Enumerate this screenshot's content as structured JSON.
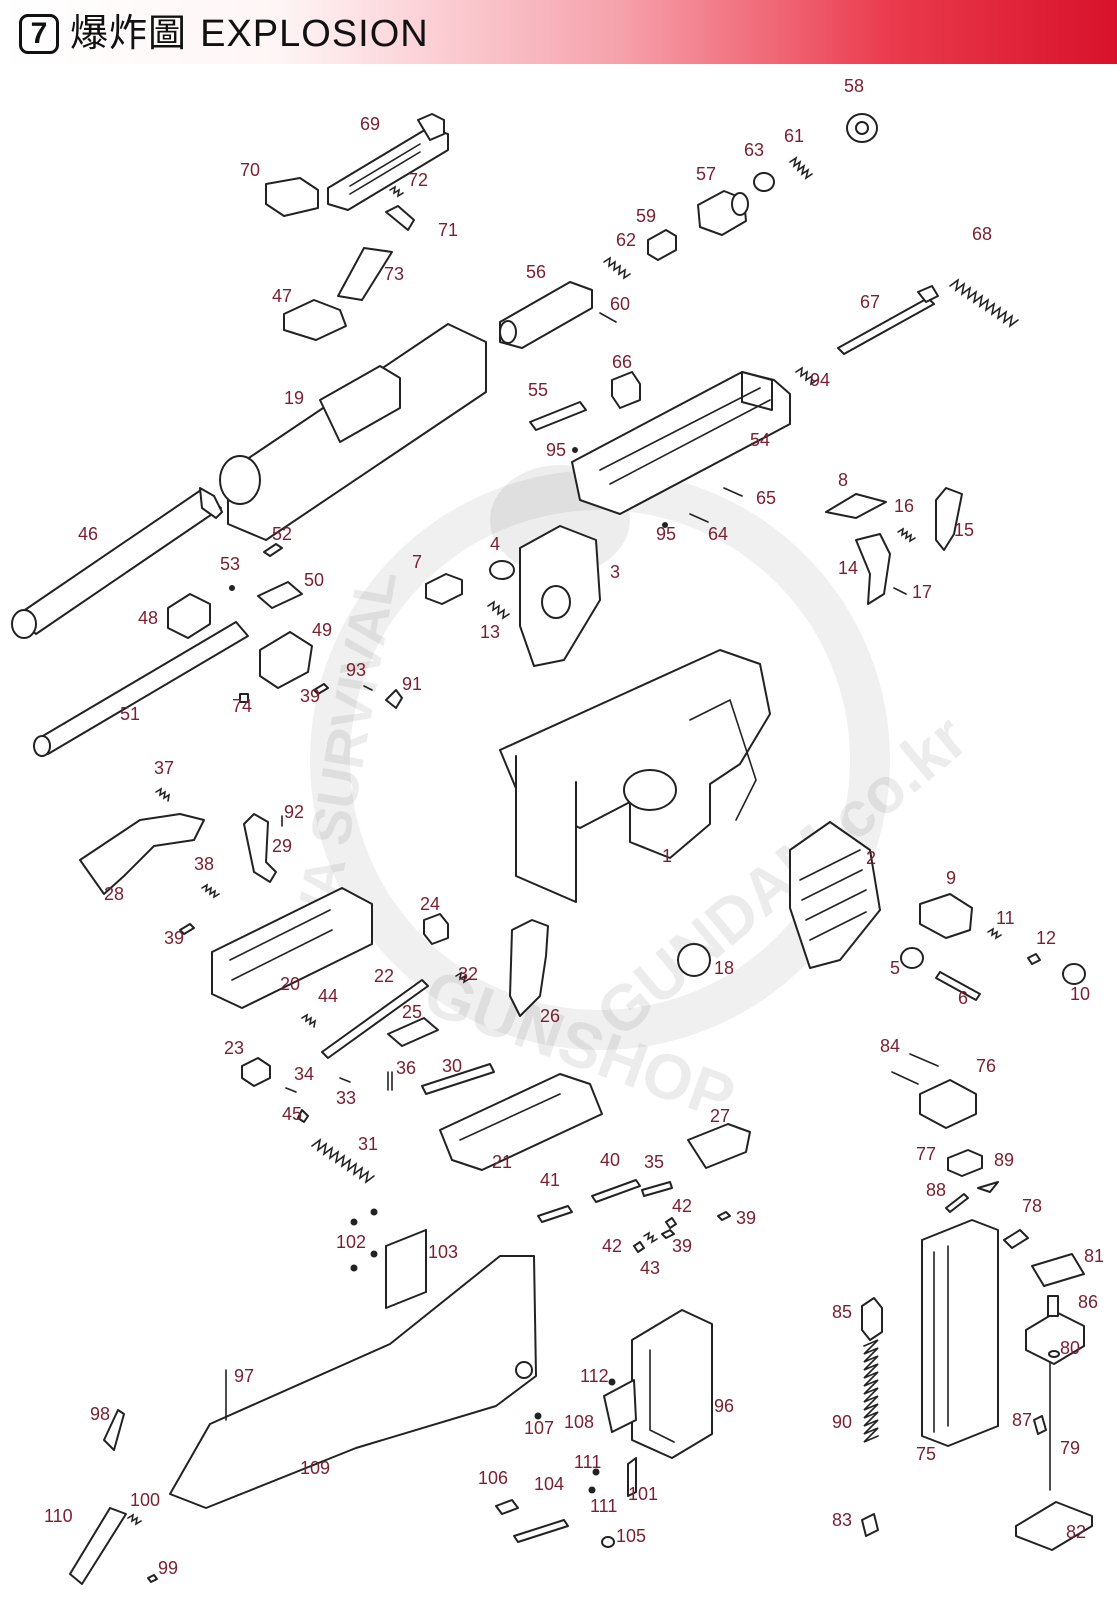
{
  "header": {
    "section_number": "7",
    "title_cjk": "爆炸圖",
    "title_en": "EXPLOSION"
  },
  "colors": {
    "label": "#7a1f30",
    "header_gradient_end": "#d8122a",
    "line": "#222222"
  },
  "watermark": {
    "text_left": "WA SURVIVAL",
    "text_bottom": "GUNSHOP",
    "text_right": "GUNDAM.co.kr"
  },
  "parts": [
    {
      "id": "1",
      "label": "1"
    },
    {
      "id": "2",
      "label": "2"
    },
    {
      "id": "3",
      "label": "3"
    },
    {
      "id": "4",
      "label": "4"
    },
    {
      "id": "5",
      "label": "5"
    },
    {
      "id": "6",
      "label": "6"
    },
    {
      "id": "7",
      "label": "7"
    },
    {
      "id": "8",
      "label": "8"
    },
    {
      "id": "9",
      "label": "9"
    },
    {
      "id": "10",
      "label": "10"
    },
    {
      "id": "11",
      "label": "11"
    },
    {
      "id": "12",
      "label": "12"
    },
    {
      "id": "13",
      "label": "13"
    },
    {
      "id": "14",
      "label": "14"
    },
    {
      "id": "15",
      "label": "15"
    },
    {
      "id": "16",
      "label": "16"
    },
    {
      "id": "17",
      "label": "17"
    },
    {
      "id": "18",
      "label": "18"
    },
    {
      "id": "19",
      "label": "19"
    },
    {
      "id": "20",
      "label": "20"
    },
    {
      "id": "21",
      "label": "21"
    },
    {
      "id": "22",
      "label": "22"
    },
    {
      "id": "23",
      "label": "23"
    },
    {
      "id": "24",
      "label": "24"
    },
    {
      "id": "25",
      "label": "25"
    },
    {
      "id": "26",
      "label": "26"
    },
    {
      "id": "27",
      "label": "27"
    },
    {
      "id": "28",
      "label": "28"
    },
    {
      "id": "29",
      "label": "29"
    },
    {
      "id": "30",
      "label": "30"
    },
    {
      "id": "31",
      "label": "31"
    },
    {
      "id": "32",
      "label": "32"
    },
    {
      "id": "33",
      "label": "33"
    },
    {
      "id": "34",
      "label": "34"
    },
    {
      "id": "35",
      "label": "35"
    },
    {
      "id": "36",
      "label": "36"
    },
    {
      "id": "37",
      "label": "37"
    },
    {
      "id": "38",
      "label": "38"
    },
    {
      "id": "39a",
      "label": "39"
    },
    {
      "id": "39b",
      "label": "39"
    },
    {
      "id": "39c",
      "label": "39"
    },
    {
      "id": "39d",
      "label": "39"
    },
    {
      "id": "40",
      "label": "40"
    },
    {
      "id": "41",
      "label": "41"
    },
    {
      "id": "42a",
      "label": "42"
    },
    {
      "id": "42b",
      "label": "42"
    },
    {
      "id": "43",
      "label": "43"
    },
    {
      "id": "44",
      "label": "44"
    },
    {
      "id": "45",
      "label": "45"
    },
    {
      "id": "46",
      "label": "46"
    },
    {
      "id": "47",
      "label": "47"
    },
    {
      "id": "48",
      "label": "48"
    },
    {
      "id": "49",
      "label": "49"
    },
    {
      "id": "50",
      "label": "50"
    },
    {
      "id": "51",
      "label": "51"
    },
    {
      "id": "52",
      "label": "52"
    },
    {
      "id": "53",
      "label": "53"
    },
    {
      "id": "54",
      "label": "54"
    },
    {
      "id": "55",
      "label": "55"
    },
    {
      "id": "56",
      "label": "56"
    },
    {
      "id": "57",
      "label": "57"
    },
    {
      "id": "58",
      "label": "58"
    },
    {
      "id": "59",
      "label": "59"
    },
    {
      "id": "60",
      "label": "60"
    },
    {
      "id": "61",
      "label": "61"
    },
    {
      "id": "62",
      "label": "62"
    },
    {
      "id": "63",
      "label": "63"
    },
    {
      "id": "64",
      "label": "64"
    },
    {
      "id": "65",
      "label": "65"
    },
    {
      "id": "66",
      "label": "66"
    },
    {
      "id": "67",
      "label": "67"
    },
    {
      "id": "68",
      "label": "68"
    },
    {
      "id": "69",
      "label": "69"
    },
    {
      "id": "70",
      "label": "70"
    },
    {
      "id": "71",
      "label": "71"
    },
    {
      "id": "72",
      "label": "72"
    },
    {
      "id": "73",
      "label": "73"
    },
    {
      "id": "74",
      "label": "74"
    },
    {
      "id": "75",
      "label": "75"
    },
    {
      "id": "76",
      "label": "76"
    },
    {
      "id": "77",
      "label": "77"
    },
    {
      "id": "78",
      "label": "78"
    },
    {
      "id": "79",
      "label": "79"
    },
    {
      "id": "80",
      "label": "80"
    },
    {
      "id": "81",
      "label": "81"
    },
    {
      "id": "82",
      "label": "82"
    },
    {
      "id": "83",
      "label": "83"
    },
    {
      "id": "84",
      "label": "84"
    },
    {
      "id": "85",
      "label": "85"
    },
    {
      "id": "86",
      "label": "86"
    },
    {
      "id": "87",
      "label": "87"
    },
    {
      "id": "88",
      "label": "88"
    },
    {
      "id": "89",
      "label": "89"
    },
    {
      "id": "90",
      "label": "90"
    },
    {
      "id": "91",
      "label": "91"
    },
    {
      "id": "92",
      "label": "92"
    },
    {
      "id": "93",
      "label": "93"
    },
    {
      "id": "94",
      "label": "94"
    },
    {
      "id": "95a",
      "label": "95"
    },
    {
      "id": "95b",
      "label": "95"
    },
    {
      "id": "96",
      "label": "96"
    },
    {
      "id": "97",
      "label": "97"
    },
    {
      "id": "98",
      "label": "98"
    },
    {
      "id": "99",
      "label": "99"
    },
    {
      "id": "100",
      "label": "100"
    },
    {
      "id": "101",
      "label": "101"
    },
    {
      "id": "102",
      "label": "102"
    },
    {
      "id": "103",
      "label": "103"
    },
    {
      "id": "104",
      "label": "104"
    },
    {
      "id": "105",
      "label": "105"
    },
    {
      "id": "106",
      "label": "106"
    },
    {
      "id": "107",
      "label": "107"
    },
    {
      "id": "108",
      "label": "108"
    },
    {
      "id": "109",
      "label": "109"
    },
    {
      "id": "110",
      "label": "110"
    },
    {
      "id": "111a",
      "label": "111"
    },
    {
      "id": "111b",
      "label": "111"
    },
    {
      "id": "112",
      "label": "112"
    }
  ]
}
